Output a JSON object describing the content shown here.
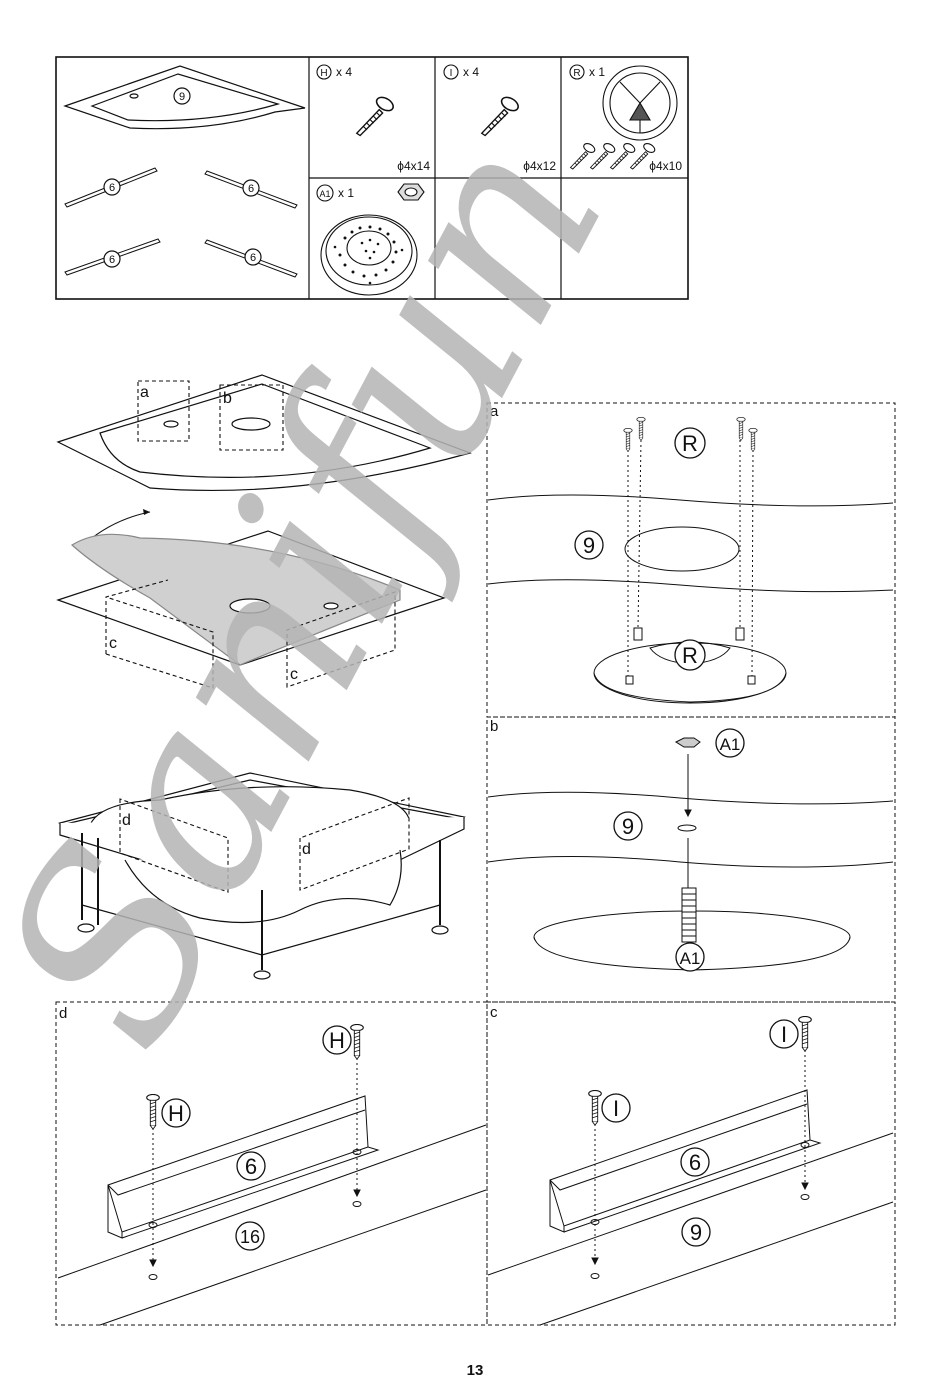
{
  "parts_table": {
    "cell_9": "9",
    "cell_6": "6",
    "cell_h": {
      "symbol": "H",
      "qty": "x 4",
      "size": "ϕ4x14"
    },
    "cell_i": {
      "symbol": "I",
      "qty": "x 4",
      "size": "ϕ4x12"
    },
    "cell_r": {
      "symbol": "R",
      "qty": "x 1",
      "size": "ϕ4x10"
    },
    "cell_a1": {
      "symbol": "A1",
      "qty": "x 1"
    }
  },
  "overview": {
    "a": "a",
    "b": "b",
    "c": "c",
    "d": "d"
  },
  "detail_a": {
    "letter": "a",
    "r": "R",
    "n9": "9"
  },
  "detail_b": {
    "letter": "b",
    "a1": "A1",
    "n9": "9"
  },
  "detail_d": {
    "letter": "d",
    "h": "H",
    "n6": "6",
    "n16": "16"
  },
  "detail_c": {
    "letter": "c",
    "i": "I",
    "n6": "6",
    "n9": "9"
  },
  "watermark": "Sanifun",
  "page_number": "13",
  "colors": {
    "ink": "#111111",
    "watermark": "#b4b4b4",
    "shade": "#d0d0d0"
  }
}
